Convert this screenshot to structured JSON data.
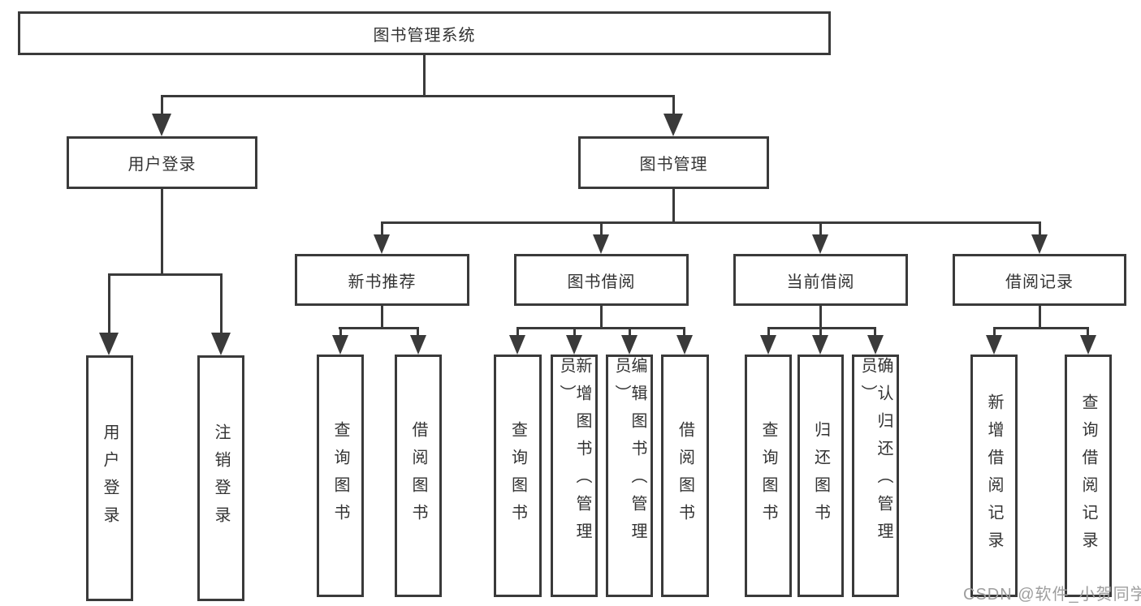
{
  "diagram": {
    "root": {
      "label": "图书管理系统"
    },
    "user": {
      "label": "用户登录",
      "children": [
        {
          "label": "用户登录"
        },
        {
          "label": "注销登录"
        }
      ]
    },
    "book": {
      "label": "图书管理",
      "sections": [
        {
          "label": "新书推荐",
          "children": [
            {
              "label": "查询图书"
            },
            {
              "label": "借阅图书"
            }
          ]
        },
        {
          "label": "图书借阅",
          "children": [
            {
              "label": "查询图书"
            },
            {
              "label": "新增图书（管理员）"
            },
            {
              "label": "编辑图书（管理员）"
            },
            {
              "label": "借阅图书"
            }
          ]
        },
        {
          "label": "当前借阅",
          "children": [
            {
              "label": "查询图书"
            },
            {
              "label": "归还图书"
            },
            {
              "label": "确认归还（管理员）"
            }
          ]
        },
        {
          "label": "借阅记录",
          "children": [
            {
              "label": "新增借阅记录"
            },
            {
              "label": "查询借阅记录"
            }
          ]
        }
      ]
    }
  },
  "watermark": {
    "text": "CSDN @软件_小贺同学"
  },
  "colors": {
    "line": "#3a3a3a",
    "text": "#333333",
    "background": "#ffffff",
    "watermark": "#9e9e9e"
  }
}
